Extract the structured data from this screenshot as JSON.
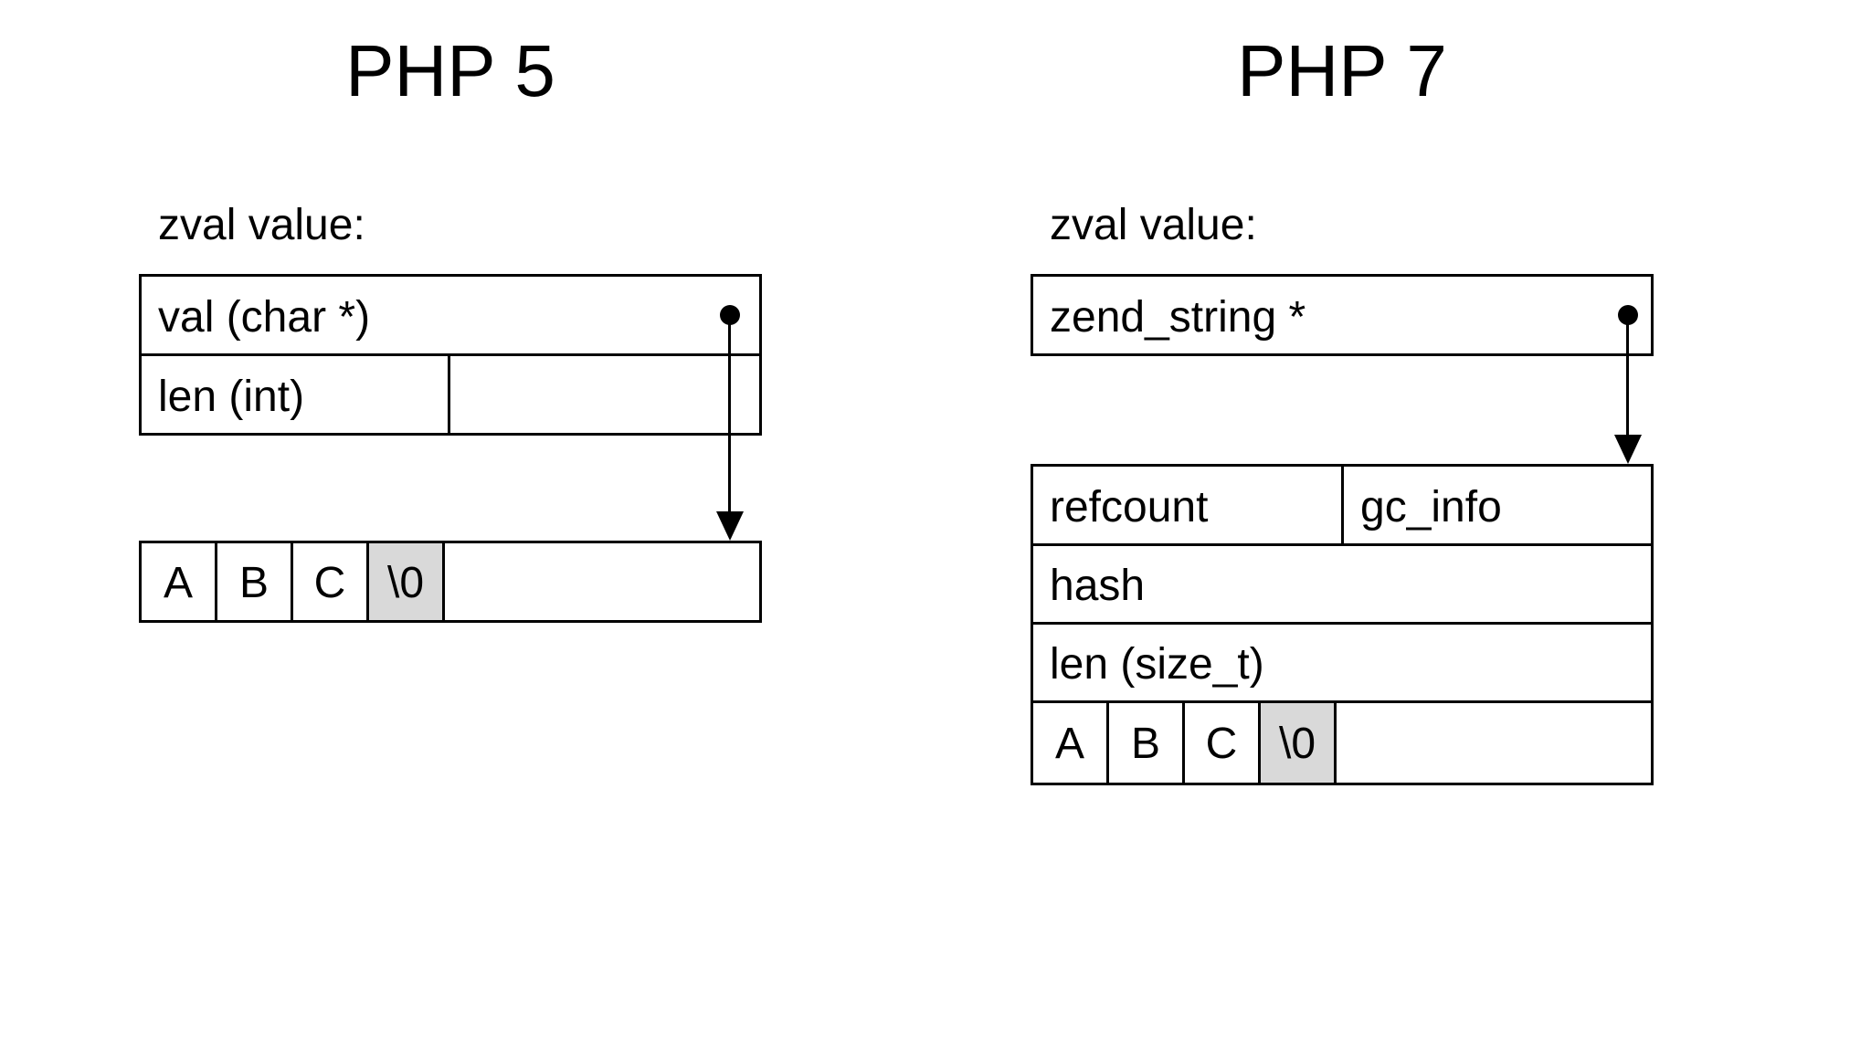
{
  "colors": {
    "background": "#ffffff",
    "ink": "#000000",
    "shaded_cell": "#d9d9d9"
  },
  "php5": {
    "title": "PHP 5",
    "zval_label": "zval value:",
    "zval_struct": {
      "val_field": "val (char *)",
      "len_field": "len (int)"
    },
    "char_array": [
      "A",
      "B",
      "C",
      "\\0",
      ""
    ]
  },
  "php7": {
    "title": "PHP 7",
    "zval_label": "zval value:",
    "zval_struct": {
      "ptr_field": "zend_string *"
    },
    "zend_string_struct": {
      "refcount_field": "refcount",
      "gc_info_field": "gc_info",
      "hash_field": "hash",
      "len_field": "len (size_t)"
    },
    "char_array": [
      "A",
      "B",
      "C",
      "\\0",
      ""
    ]
  }
}
